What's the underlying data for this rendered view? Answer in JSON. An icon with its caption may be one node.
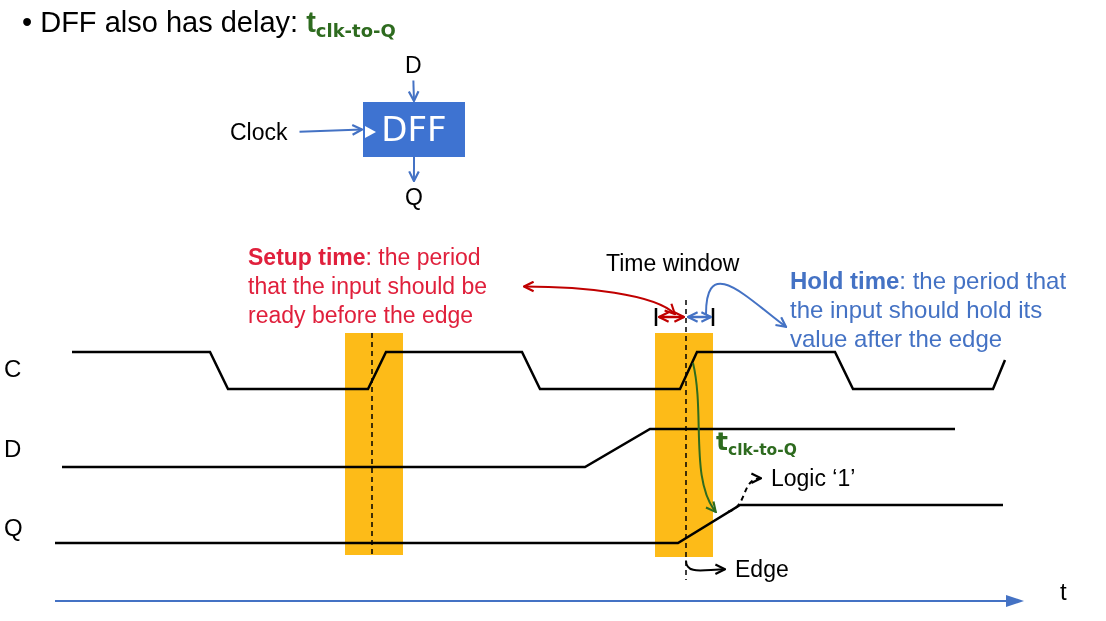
{
  "diagram": {
    "title": "• DFF also has delay: t$_{clk-to-Q}$",
    "nodes": [
      {
        "text": [
          "D"
        ]
      },
      {
        "text": [
          "Clock"
        ]
      },
      {
        "text": [
          "DFF"
        ]
      },
      {
        "text": [
          "Q"
        ]
      },
      {
        "text": [
          "**Setup time**: the period that the input should be ready before the edge"
        ]
      },
      {
        "text": [
          "**Hold time**: the period that the input should hold its value after the edge"
        ]
      },
      {
        "text": [
          "Logic ‘1’"
        ]
      },
      {
        "text": [
          "Edge"
        ]
      },
      {
        "text": [
          "Time window"
        ]
      },
      {
        "text": [],
        "shape": "line"
      },
      {
        "text": [],
        "shape": "line"
      },
      {
        "text": [],
        "shape": "line"
      }
    ],
    "edges": [
      {
        "from": 0,
        "to": 2,
        "arrow": "to"
      },
      {
        "from": 1,
        "to": 2,
        "arrow": "to"
      },
      {
        "from": 2,
        "to": 3,
        "arrow": "to"
      },
      {
        "from": 8,
        "to": 4,
        "arrow": "both",
        "color": "#c00000"
      },
      {
        "from": 8,
        "to": 5,
        "arrow": "to"
      },
      {
        "from": 11,
        "to": 6,
        "arrow": "to",
        "style": "dashed",
        "color": "#000000"
      },
      {
        "from": 9,
        "to": 7,
        "arrow": "to",
        "color": "#000000"
      },
      {
        "from": 10,
        "to": 11,
        "arrow": "to",
        "label": "t$_{clk-to-Q}$",
        "color": "#2e6b1f"
      }
    ],
    "labels": [
      "C",
      "D",
      "Q",
      "t"
    ]
  }
}
